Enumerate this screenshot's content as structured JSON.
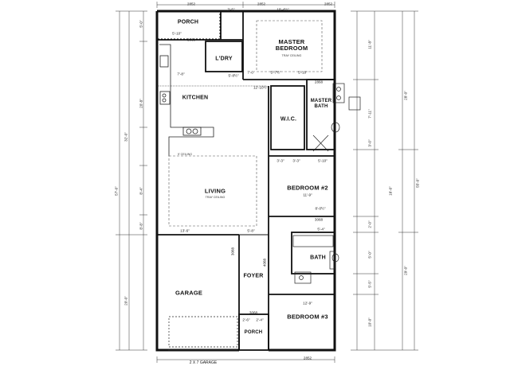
{
  "rooms": {
    "porch_top": "PORCH",
    "master_bedroom": "MASTER\nBEDROOM",
    "laundry": "L'DRY",
    "kitchen": "KITCHEN",
    "wic": "W.I.C.",
    "master_bath": "MASTER\nBATH",
    "living": "LIVING",
    "bedroom2": "BEDROOM #2",
    "garage": "GARAGE",
    "foyer": "FOYER",
    "bath": "BATH",
    "porch_bottom": "PORCH",
    "bedroom3": "BEDROOM #3"
  },
  "notes": {
    "tray_ceiling": "TRAY CEILING",
    "ceiling_9": "9' CEILING",
    "garage_bottom": "2 X 7 GARAGE"
  },
  "dimensions": {
    "top_left": "2852",
    "top_master": "10'-4½\"",
    "top_right": "2852",
    "porch_w": "5'-10\"",
    "top_3_5": "3'-5\"",
    "dry_w": "3068",
    "l_dry_w": "5'-8½\"",
    "kitchen_w": "7'-8\"",
    "master_5_7": "5'-7½\"",
    "master_5_10": "5'-10\"",
    "master_7": "7'-0\"",
    "bath_2868": "2868",
    "hall_12": "12'-10½\"",
    "wic_3": "3'-3\"",
    "bed2_3": "3'-3\"",
    "bed2_5_10": "5'-10\"",
    "bed2_11_9": "11'-9\"",
    "living_13_6": "13'-6\"",
    "living_5_8": "5'-8\"",
    "bed3_8_0": "8'-0½\"",
    "bath_3068": "3068",
    "bath_5_4": "5'-4\"",
    "bed3_12_9": "12'-9\"",
    "bottom_2852": "2852",
    "garage_3068": "3068",
    "porch_2_6": "2'-6\"",
    "porch_2_4": "2'-4\"",
    "foyer_4068": "4068",
    "left_total": "57'-0\"",
    "left_32": "32'-0\"",
    "left_20_8": "20'-8\"",
    "left_5_0": "5'-0\"",
    "left_8_4": "8'-4\"",
    "left_8_8": "8'-8\"",
    "left_20_0": "20'-0\"",
    "right_total": "55'-0\"",
    "right_28": "28'-0\"",
    "right_11_8": "11'-8\"",
    "right_7_11": "7'-11\"",
    "right_16": "16'-0\"",
    "right_29": "29'-0\"",
    "right_10_0": "10'-0\"",
    "right_3_0": "3'-0\"",
    "right_5_0": "5'-0\"",
    "right_2_0": "2'-0\"",
    "right_5_5": "5'-5\""
  }
}
